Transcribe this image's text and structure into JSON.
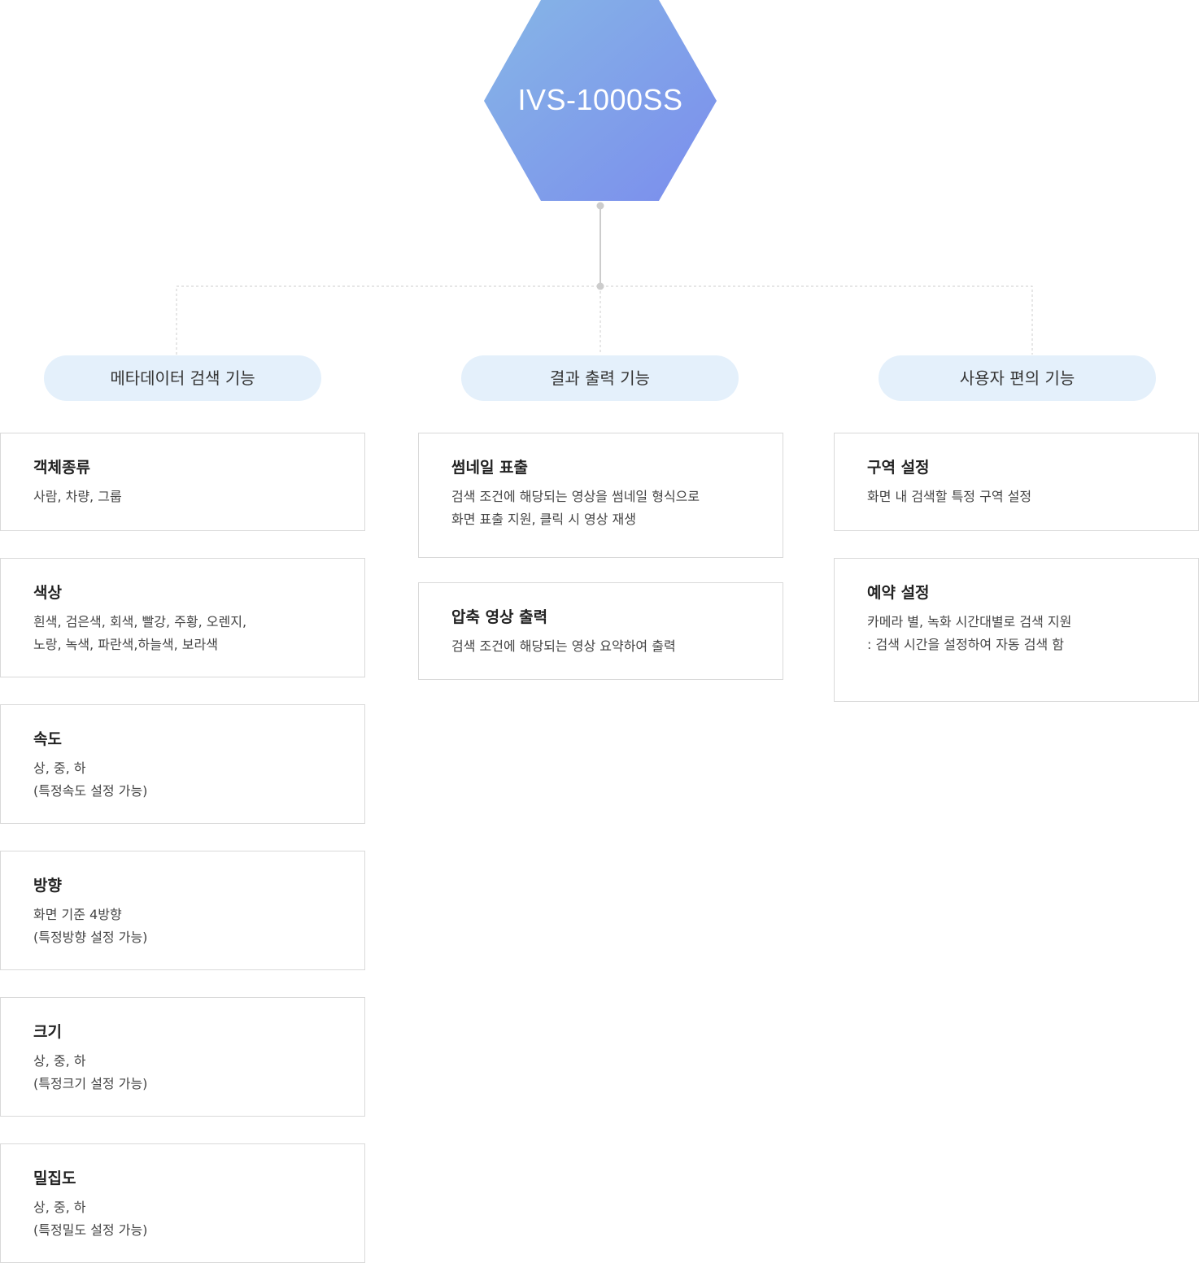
{
  "root": {
    "title": "IVS-1000SS"
  },
  "categories": [
    {
      "label": "메타데이터 검색 기능",
      "items": [
        {
          "title": "객체종류",
          "lines": [
            "사람, 차량, 그룹"
          ]
        },
        {
          "title": "색상",
          "lines": [
            "흰색, 검은색, 회색, 빨강, 주황, 오렌지,",
            "노랑, 녹색, 파란색,하늘색, 보라색"
          ]
        },
        {
          "title": "속도",
          "lines": [
            "상, 중, 하",
            "(특정속도 설정 가능)"
          ]
        },
        {
          "title": "방향",
          "lines": [
            "화면 기준 4방향",
            "(특정방향 설정 가능)"
          ]
        },
        {
          "title": "크기",
          "lines": [
            "상, 중, 하",
            "(특정크기 설정 가능)"
          ]
        },
        {
          "title": "밀집도",
          "lines": [
            "상, 중, 하",
            "(특정밀도 설정 가능)"
          ]
        }
      ]
    },
    {
      "label": "결과 출력 기능",
      "items": [
        {
          "title": "썸네일 표출",
          "lines": [
            "검색 조건에 해당되는 영상을 썸네일 형식으로",
            "화면 표출 지원, 클릭 시 영상 재생"
          ]
        },
        {
          "title": "압축 영상 출력",
          "lines": [
            "검색 조건에 해당되는 영상 요약하여 출력"
          ]
        }
      ]
    },
    {
      "label": "사용자 편의 기능",
      "items": [
        {
          "title": "구역 설정",
          "lines": [
            "화면 내 검색할 특정 구역 설정"
          ]
        },
        {
          "title": "예약 설정",
          "lines": [
            "카메라 별, 녹화 시간대별로 검색 지원",
            ": 검색 시간을 설정하여 자동 검색 함"
          ]
        }
      ]
    }
  ],
  "colors": {
    "hex_gradient_start": "#86b6e6",
    "hex_gradient_end": "#7b8ded",
    "pill_bg": "#e4f0fb",
    "connector": "#cccccc",
    "card_border": "#d9d9d9"
  }
}
